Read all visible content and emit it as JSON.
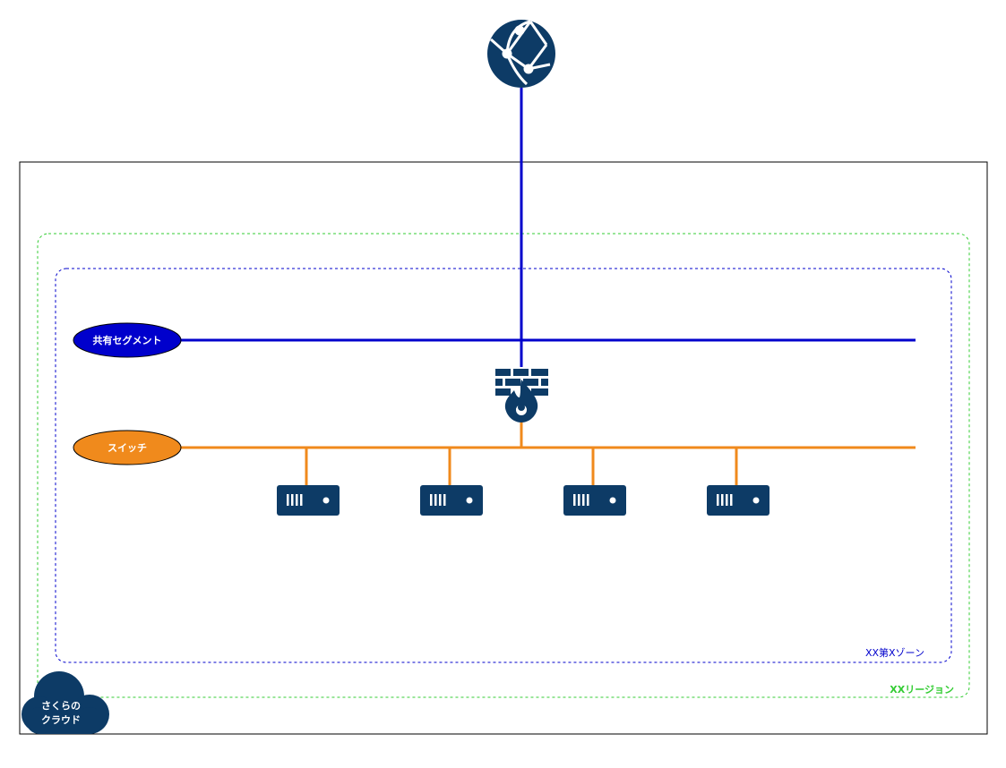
{
  "internet": {
    "icon": "globe-network-icon"
  },
  "shared_segment": {
    "label": "共有セグメント",
    "color": "#0000cc"
  },
  "switch": {
    "label": "スイッチ",
    "color": "#f08a1c"
  },
  "firewall": {
    "icon": "firewall-icon"
  },
  "servers": [
    {
      "icon": "server-icon"
    },
    {
      "icon": "server-icon"
    },
    {
      "icon": "server-icon"
    },
    {
      "icon": "server-icon"
    }
  ],
  "zone": {
    "label": "XX第Xゾーン",
    "color": "#0000cc"
  },
  "region": {
    "label": "XXリージョン",
    "color": "#33cc33"
  },
  "cloud": {
    "label_line1": "さくらの",
    "label_line2": "クラウド"
  },
  "colors": {
    "icon_navy": "#0d3b66",
    "frame": "#000000"
  }
}
